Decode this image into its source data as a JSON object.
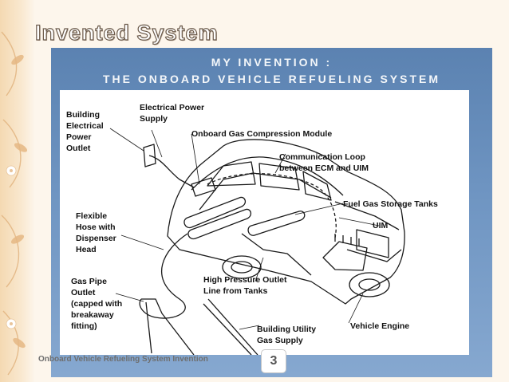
{
  "slide": {
    "title": "Invented System",
    "heading_line1": "MY INVENTION :",
    "heading_line2": "THE ONBOARD VEHICLE REFUELING SYSTEM",
    "footer_text": "Onboard Vehicle Refueling System Invention",
    "page_number": "3"
  },
  "diagram_labels": {
    "building_outlet": [
      "Building",
      "Electrical",
      "Power",
      "Outlet"
    ],
    "electrical_supply": [
      "Electrical Power",
      "Supply"
    ],
    "compression_module": "Onboard Gas Compression Module",
    "comm_loop": [
      "Communication Loop",
      "between ECM and UIM"
    ],
    "storage_tanks": "Fuel Gas Storage Tanks",
    "uim": "UIM",
    "flexible_hose": [
      "Flexible",
      "Hose with",
      "Dispenser",
      "Head"
    ],
    "gas_pipe": [
      "Gas Pipe",
      "Outlet",
      "(capped with",
      "breakaway",
      "fitting)"
    ],
    "hp_outlet": [
      "High Pressure Outlet",
      "Line from Tanks"
    ],
    "utility_supply": [
      "Building Utility",
      "Gas Supply"
    ],
    "vehicle_engine": "Vehicle Engine"
  }
}
